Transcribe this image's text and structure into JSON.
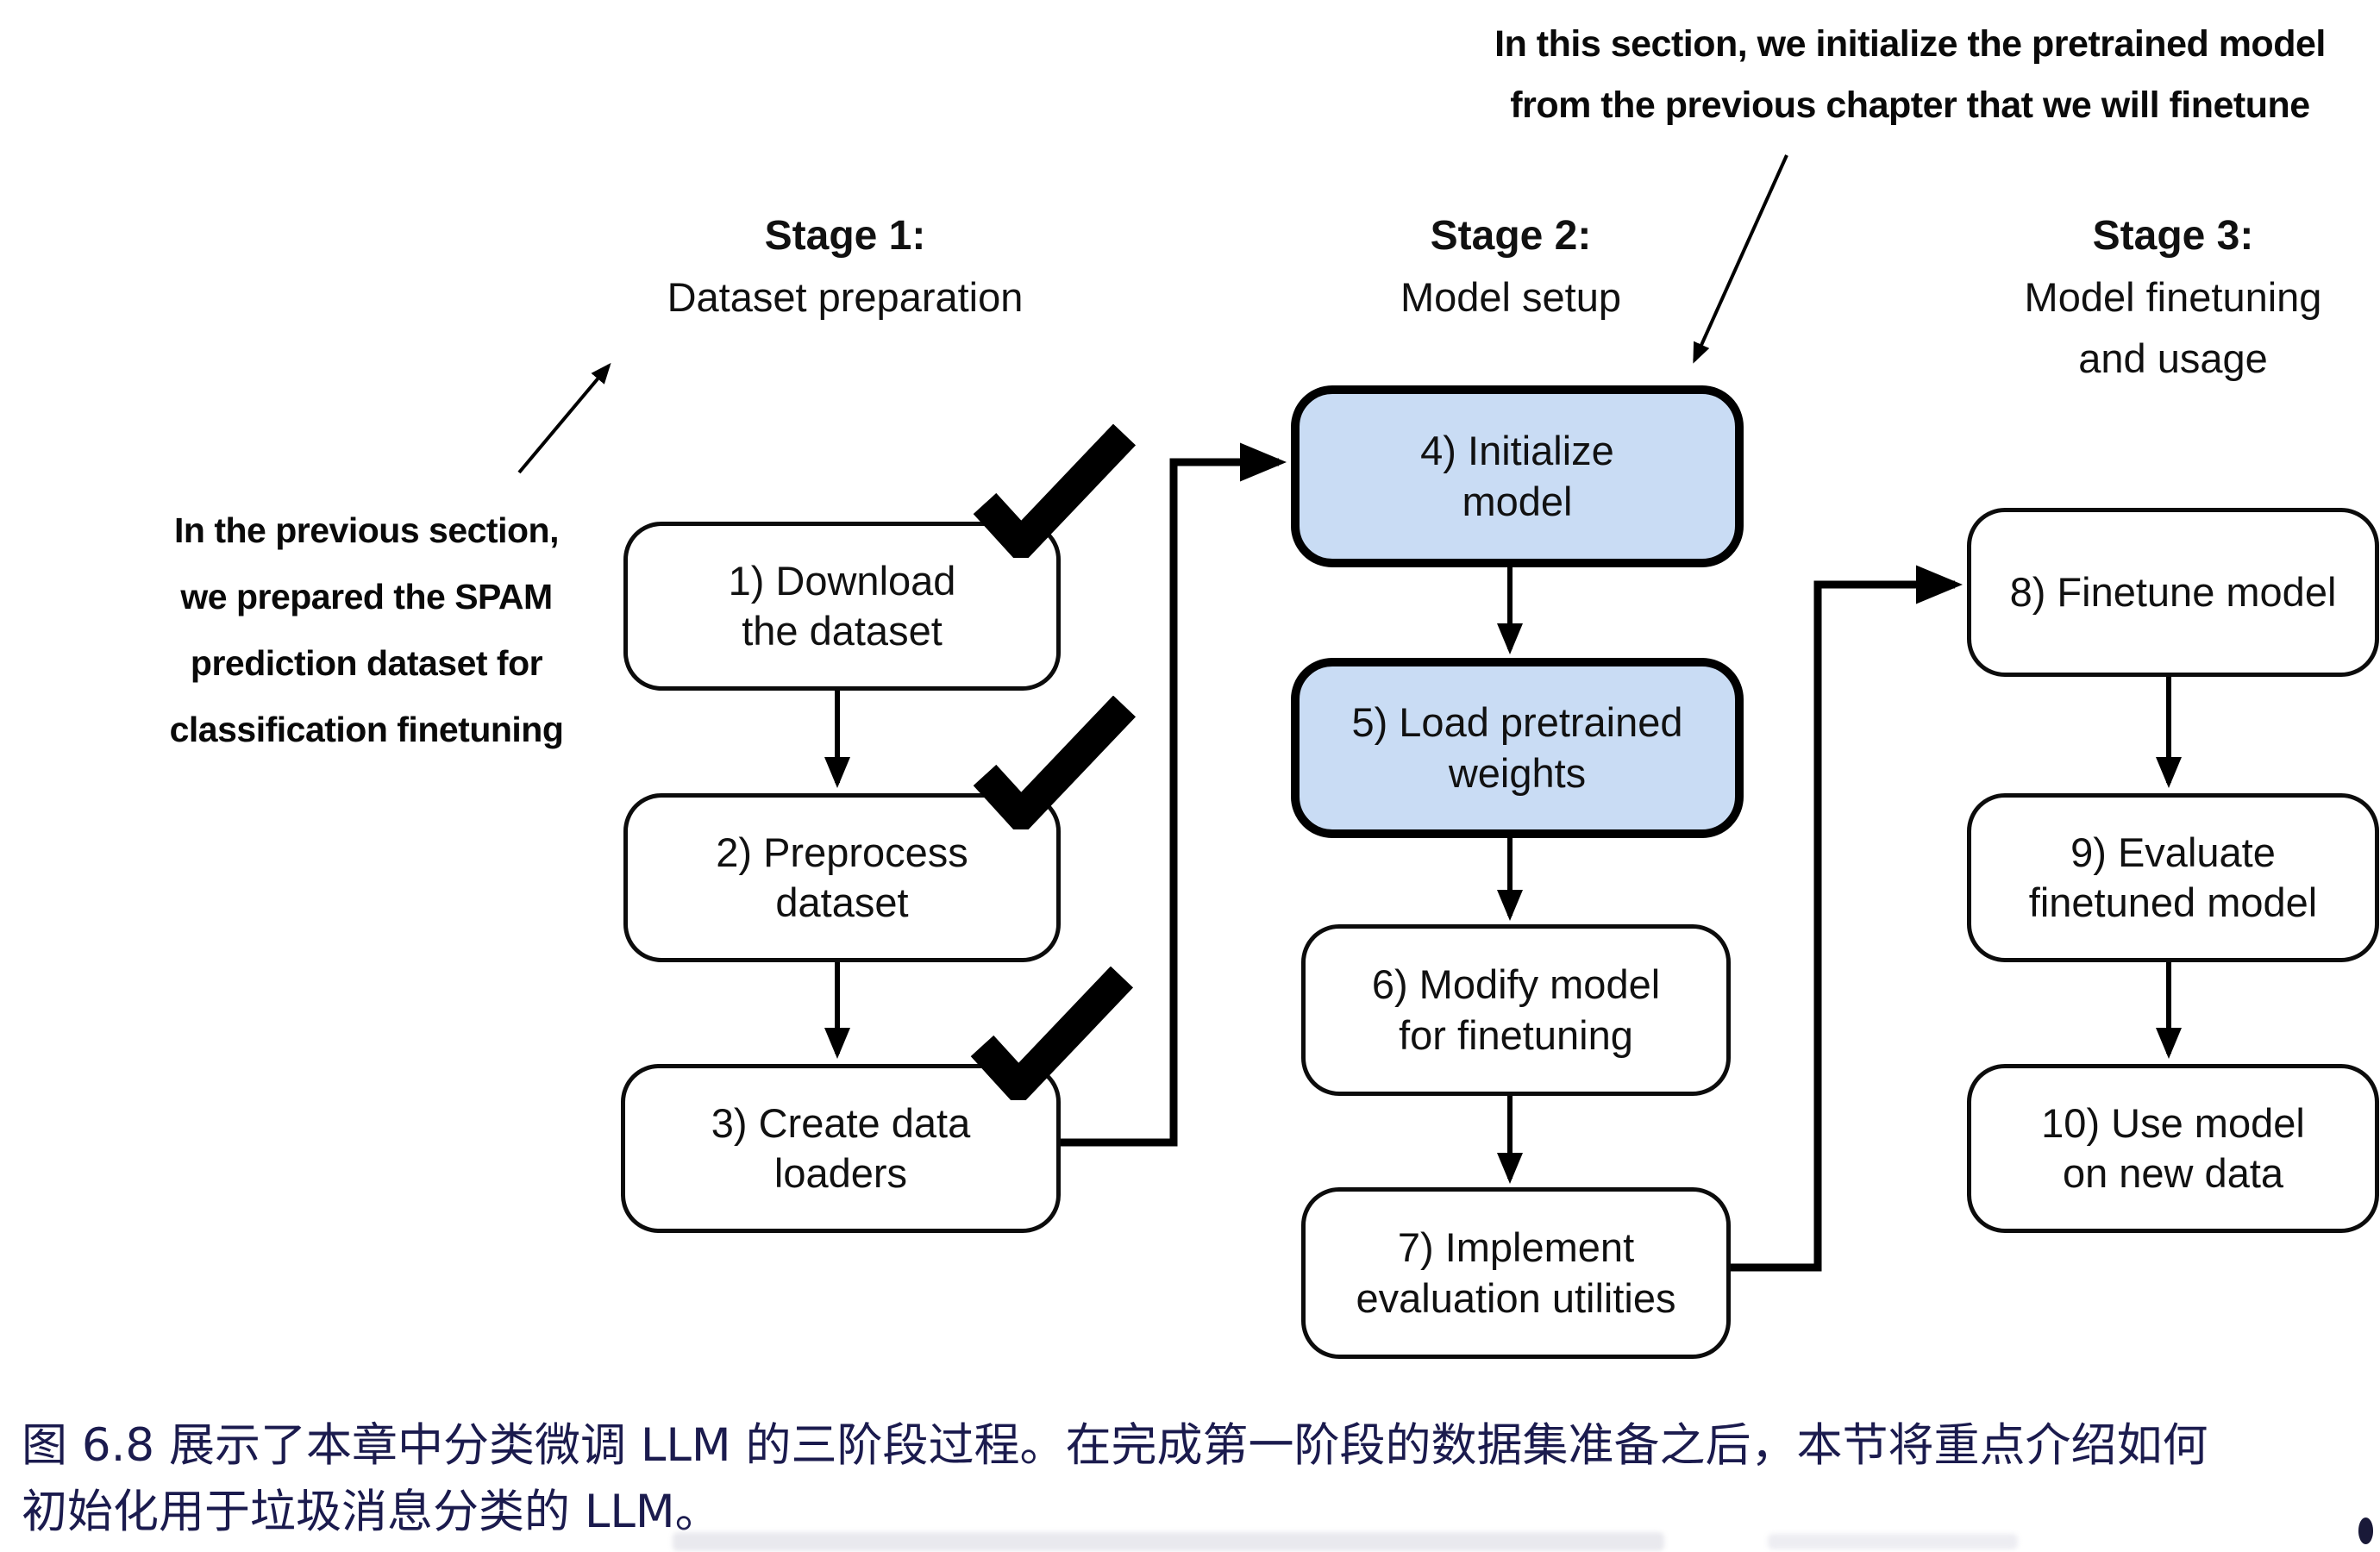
{
  "figure_caption": {
    "text": "图 6.8 展示了本章中分类微调 LLM 的三阶段过程。在完成第一阶段的数据集准备之后，本节将重点介绍如何\n初始化用于垃圾消息分类的 LLM。",
    "color": "#1b1b4e"
  },
  "annotations": {
    "top_note": "In this section, we initialize the pretrained model\nfrom the previous chapter that we will finetune",
    "left_note": "In the previous section,\nwe prepared the SPAM\nprediction dataset for\nclassification finetuning"
  },
  "stages": [
    {
      "title": "Stage 1:",
      "subtitle": "Dataset preparation"
    },
    {
      "title": "Stage 2:",
      "subtitle": "Model setup"
    },
    {
      "title": "Stage 3:",
      "subtitle": "Model finetuning\nand usage"
    }
  ],
  "boxes": [
    {
      "id": 1,
      "label": "1) Download\nthe dataset",
      "stage": 1,
      "completed": true,
      "highlighted": false
    },
    {
      "id": 2,
      "label": "2) Preprocess\ndataset",
      "stage": 1,
      "completed": true,
      "highlighted": false
    },
    {
      "id": 3,
      "label": "3) Create data\nloaders",
      "stage": 1,
      "completed": true,
      "highlighted": false
    },
    {
      "id": 4,
      "label": "4) Initialize\nmodel",
      "stage": 2,
      "completed": false,
      "highlighted": true
    },
    {
      "id": 5,
      "label": "5) Load pretrained\nweights",
      "stage": 2,
      "completed": false,
      "highlighted": true
    },
    {
      "id": 6,
      "label": "6) Modify model\nfor finetuning",
      "stage": 2,
      "completed": false,
      "highlighted": false
    },
    {
      "id": 7,
      "label": "7) Implement\nevaluation utilities",
      "stage": 2,
      "completed": false,
      "highlighted": false
    },
    {
      "id": 8,
      "label": "8) Finetune model",
      "stage": 3,
      "completed": false,
      "highlighted": false
    },
    {
      "id": 9,
      "label": "9) Evaluate\nfinetuned model",
      "stage": 3,
      "completed": false,
      "highlighted": false
    },
    {
      "id": 10,
      "label": "10) Use model\non new data",
      "stage": 3,
      "completed": false,
      "highlighted": false
    }
  ],
  "colors": {
    "highlight_fill": "#c9dcf4",
    "box_border": "#000000",
    "arrow": "#000000",
    "caption_text": "#1b1b4e"
  },
  "icons": {
    "completed_marker": "checkmark-icon"
  }
}
